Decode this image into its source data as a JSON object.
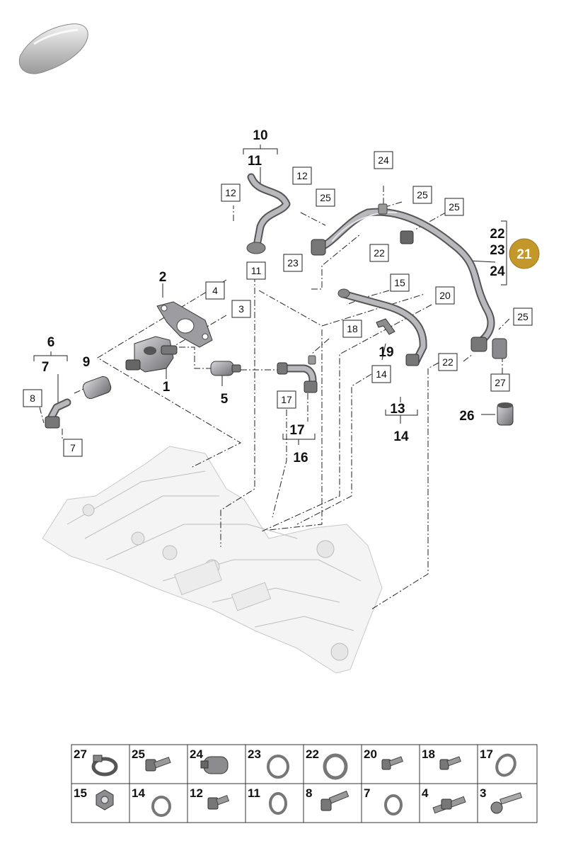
{
  "callouts": {
    "l10": "10",
    "l11a": "11",
    "l12a": "12",
    "l12b": "12",
    "l11b": "11",
    "l24": "24",
    "l25a": "25",
    "l25b": "25",
    "l25c": "25",
    "l25d": "25",
    "l22a": "22",
    "l23": "23",
    "l22s": "22",
    "l23s": "23",
    "l24s": "24",
    "l21": "21",
    "l2": "2",
    "l4": "4",
    "l3": "3",
    "l1": "1",
    "l5": "5",
    "l6": "6",
    "l7a": "7",
    "l9": "9",
    "l8": "8",
    "l7b": "7",
    "l15": "15",
    "l20": "20",
    "l18": "18",
    "l19": "19",
    "l17a": "17",
    "l17b": "17",
    "l16": "16",
    "l14a": "14",
    "l13": "13",
    "l14b": "14",
    "l22b": "22",
    "l27": "27",
    "l26": "26"
  },
  "parts_table": {
    "row1": [
      "27",
      "25",
      "24",
      "23",
      "22",
      "20",
      "18",
      "17"
    ],
    "row2": [
      "15",
      "14",
      "12",
      "11",
      "8",
      "7",
      "4",
      "3"
    ]
  },
  "colors": {
    "highlight": "#c4972a",
    "line": "#222222",
    "part_gray": "#a8a8ac"
  }
}
